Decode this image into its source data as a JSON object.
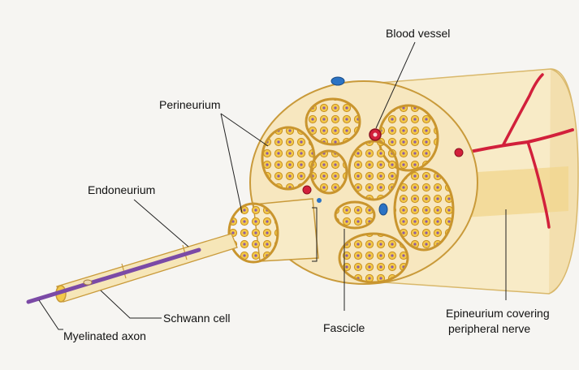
{
  "labels": {
    "blood_vessel": "Blood vessel",
    "perineurium": "Perineurium",
    "endoneurium": "Endoneurium",
    "schwann_cell": "Schwann cell",
    "myelinated_axon": "Myelinated axon",
    "fascicle": "Fascicle",
    "epineurium_line1": "Epineurium covering",
    "epineurium_line2": "peripheral nerve"
  },
  "colors": {
    "epineurium": "#f7e7bf",
    "fascicle_fill": "#f6dd86",
    "perineurium_edge": "#d6a53b",
    "nerve_fiber": "#f3c94a",
    "axon": "#7b4aa6",
    "blood_vessel": "#d2203b",
    "vein": "#2b73c4"
  }
}
